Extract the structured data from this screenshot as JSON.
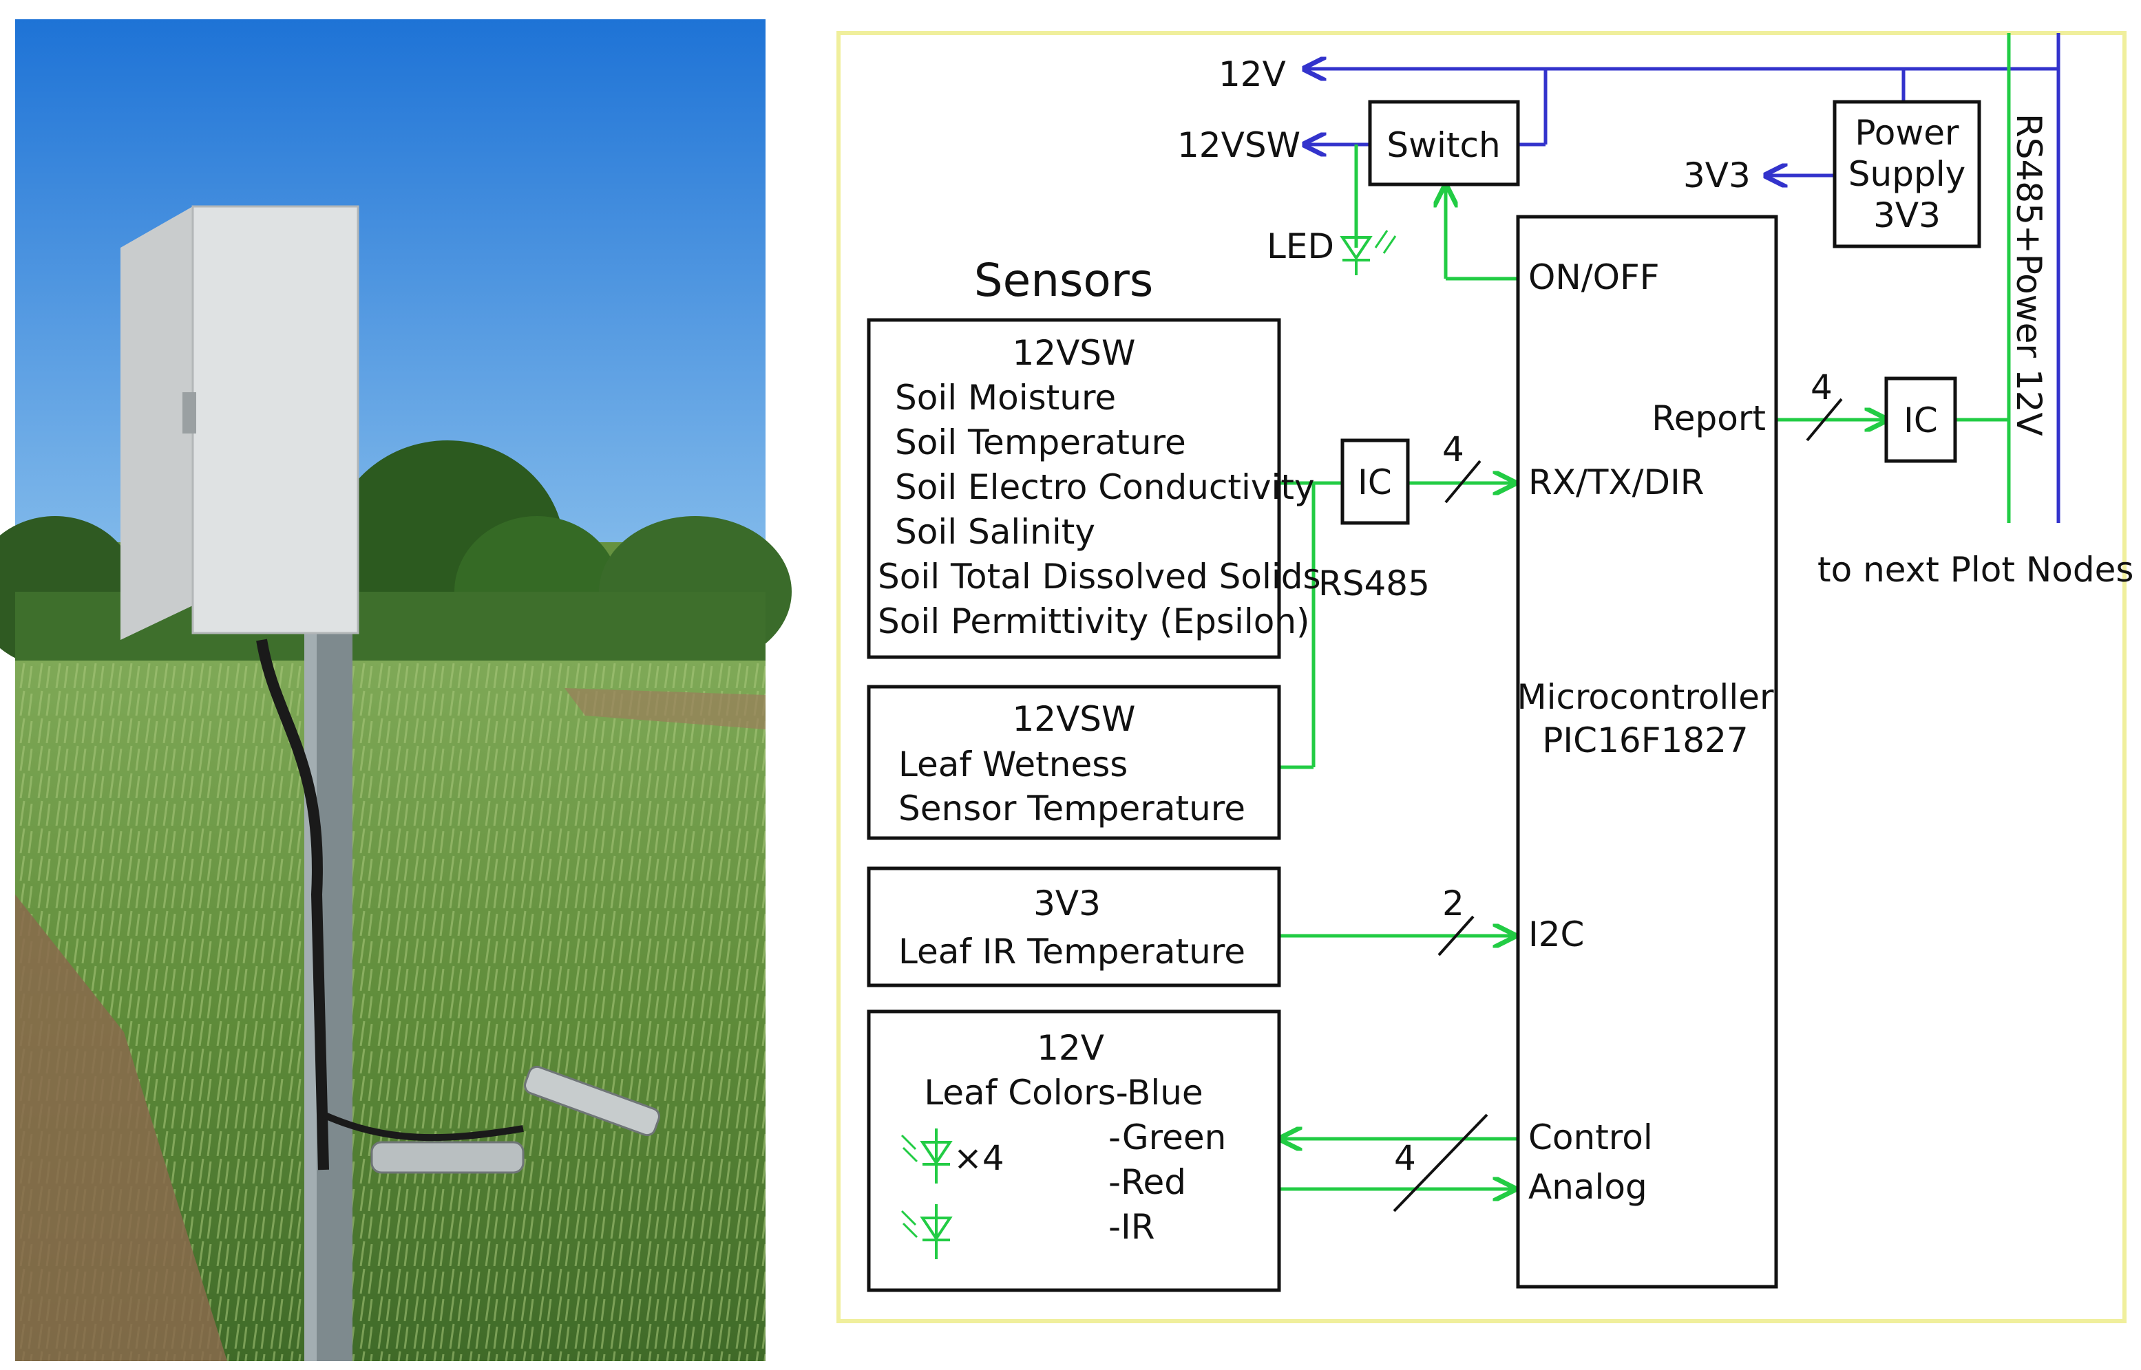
{
  "photo": {
    "caption": ""
  },
  "diagram": {
    "rails": {
      "v12": "12V",
      "v12sw": "12VSW",
      "v3v3": "3V3",
      "bus": "RS485+Power 12V"
    },
    "switch": "Switch",
    "led": "LED",
    "power_supply": [
      "Power",
      "Supply",
      "3V3"
    ],
    "sensors_title": "Sensors",
    "sensor_box1": {
      "supply": "12VSW",
      "items": [
        "Soil Moisture",
        "Soil Temperature",
        "Soil Electro Conductivity",
        "Soil Salinity",
        "Soil Total Dissolved Solids",
        "Soil Permittivity (Epsilon)"
      ]
    },
    "sensor_box2": {
      "supply": "12VSW",
      "items": [
        "Leaf Wetness",
        "Sensor Temperature"
      ]
    },
    "sensor_box3": {
      "supply": "3V3",
      "items": [
        "Leaf IR Temperature"
      ]
    },
    "sensor_box4": {
      "supply": "12V",
      "items": [
        "Leaf Colors-Blue",
        "-Green",
        "-Red",
        "-IR"
      ],
      "led_count": "×4"
    },
    "ic_left": "IC",
    "ic_right": "IC",
    "rs485": "RS485",
    "microcontroller": [
      "Microcontroller",
      "PIC16F1827"
    ],
    "ports": {
      "onoff": "ON/OFF",
      "rxtx": "RX/TX/DIR",
      "i2c": "I2C",
      "control": "Control",
      "analog": "Analog",
      "report": "Report"
    },
    "bus_widths": {
      "rxtx": "4",
      "report": "4",
      "i2c": "2",
      "analog": "4"
    },
    "next_nodes": "to next Plot Nodes"
  },
  "colors": {
    "signal": "#22cc44",
    "power": "#3333cc",
    "frame": "#f0ef9c"
  }
}
